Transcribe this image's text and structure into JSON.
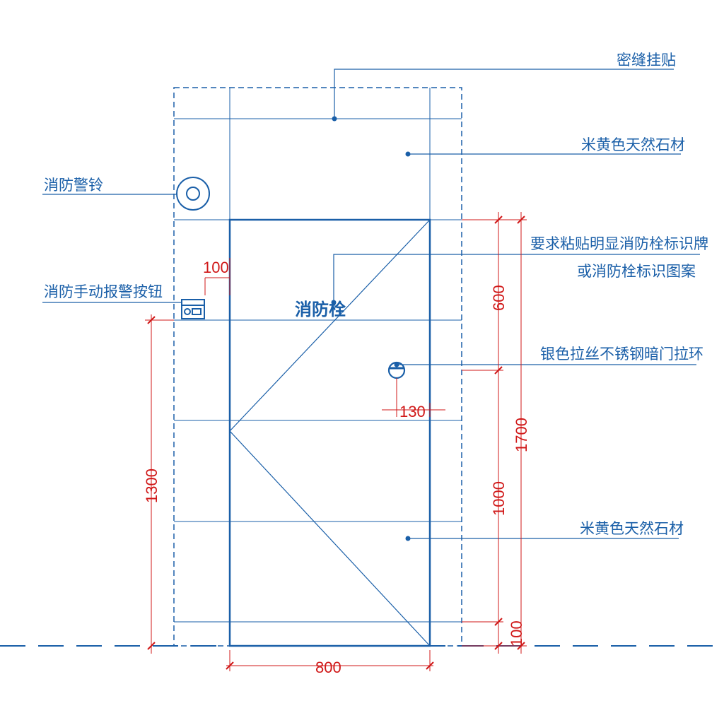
{
  "labels": {
    "seam_mount": "密缝挂贴",
    "stone_top": "米黄色天然石材",
    "fire_bell": "消防警铃",
    "sign_line1": "要求粘贴明显消防栓标识牌",
    "sign_line2": "或消防栓标识图案",
    "manual_alarm": "消防手动报警按钮",
    "hydrant": "消防栓",
    "door_ring": "银色拉丝不锈钢暗门拉环",
    "stone_bottom": "米黄色天然石材"
  },
  "dimensions": {
    "d100_left": "100",
    "d130": "130",
    "d600": "600",
    "d1700": "1700",
    "d1300": "1300",
    "d1000": "1000",
    "d100_bottom": "100",
    "d800": "800"
  },
  "colors": {
    "line": "#1a5fa8",
    "dimension": "#d01818"
  }
}
